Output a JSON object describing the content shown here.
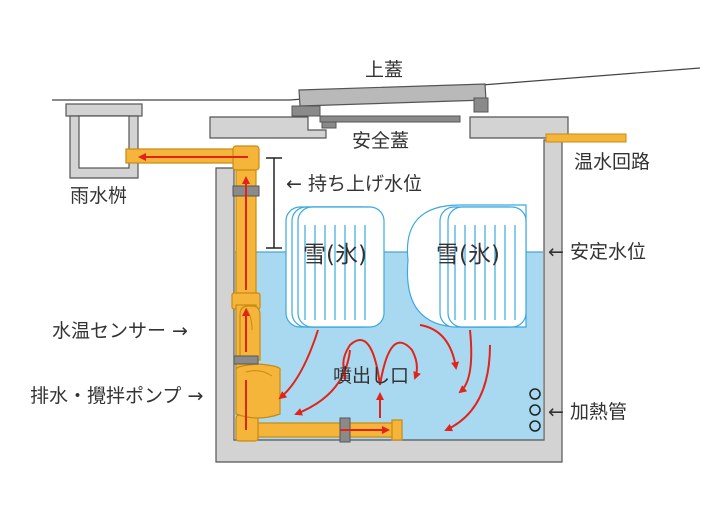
{
  "labels": {
    "lid": "上蓋",
    "safety_lid": "安全蓋",
    "rain_basin": "雨水桝",
    "hot_water_circuit": "温水回路",
    "lift_water_level": "← 持ち上げ水位",
    "stable_water_level": "← 安定水位",
    "snow_ice_1": "雪(氷)",
    "snow_ice_2": "雪(氷)",
    "nozzle": "噴出し口",
    "temp_sensor": "水温センサー →",
    "pump": "排水・攪拌ポンプ →",
    "heating_pipe": "← 加熱管"
  },
  "colors": {
    "concrete": "#d3d3d3",
    "concrete_dark": "#8a8a8a",
    "water": "#a9d9f0",
    "pipe": "#f5b53a",
    "pipe_dark": "#c98a12",
    "arrow": "#e2231a",
    "snow_outline": "#3aa9e0"
  }
}
